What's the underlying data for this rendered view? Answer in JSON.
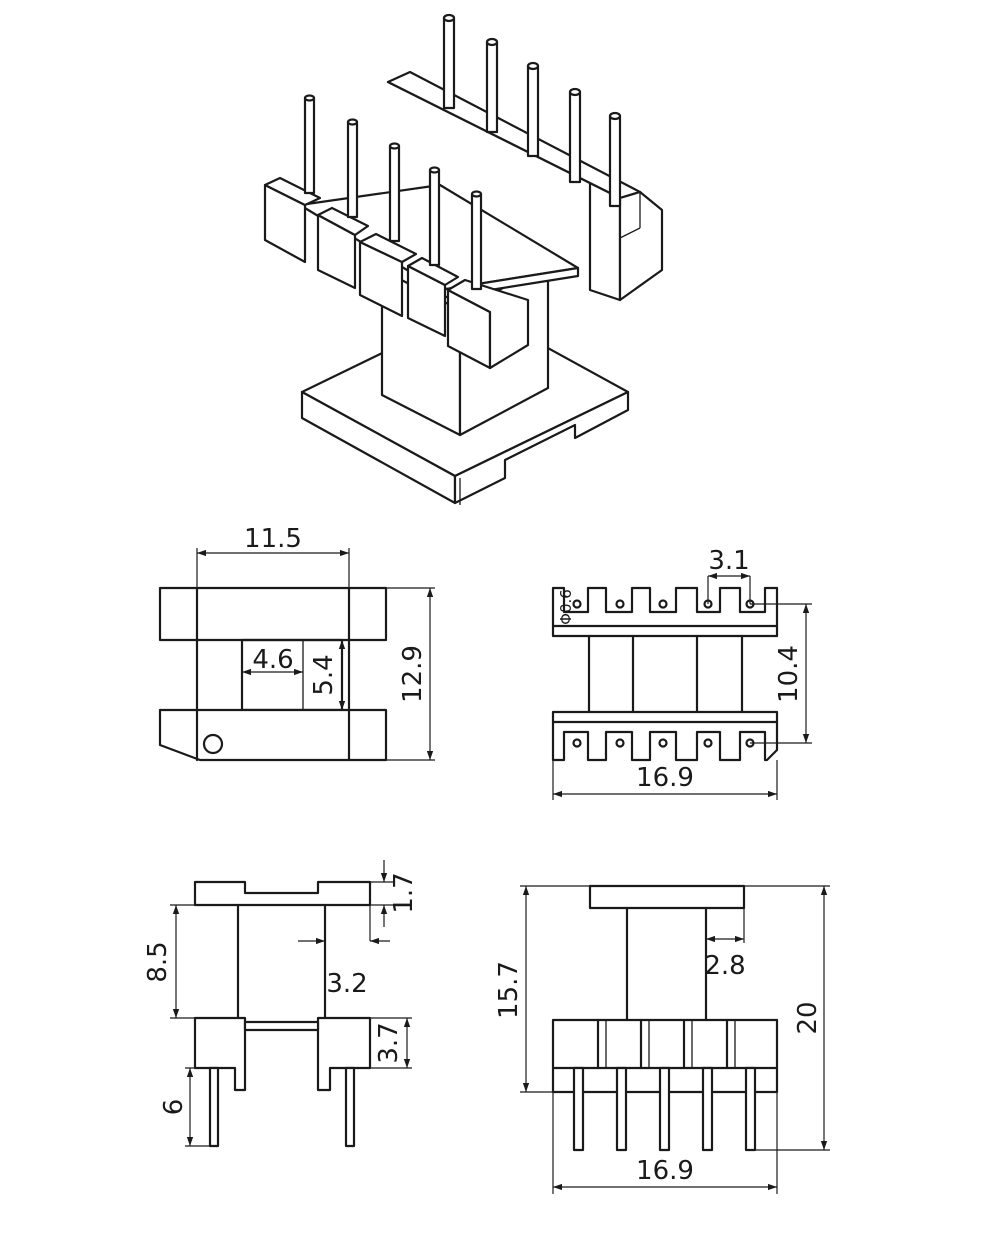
{
  "dimensions": {
    "top_width": "11.5",
    "top_height": "12.9",
    "core_width": "4.6",
    "core_height": "5.4",
    "pin_pitch": "3.1",
    "pin_dia": "Φ0.6",
    "pin_row_spacing": "10.4",
    "bottom_width": "16.9",
    "flange_thickness": "1.7",
    "winding_height": "8.5",
    "core_depth": "3.2",
    "base_height": "3.7",
    "pin_length": "6",
    "overall_height_inner": "15.7",
    "overall_height": "20",
    "core_offset": "2.8",
    "front_width": "16.9"
  }
}
